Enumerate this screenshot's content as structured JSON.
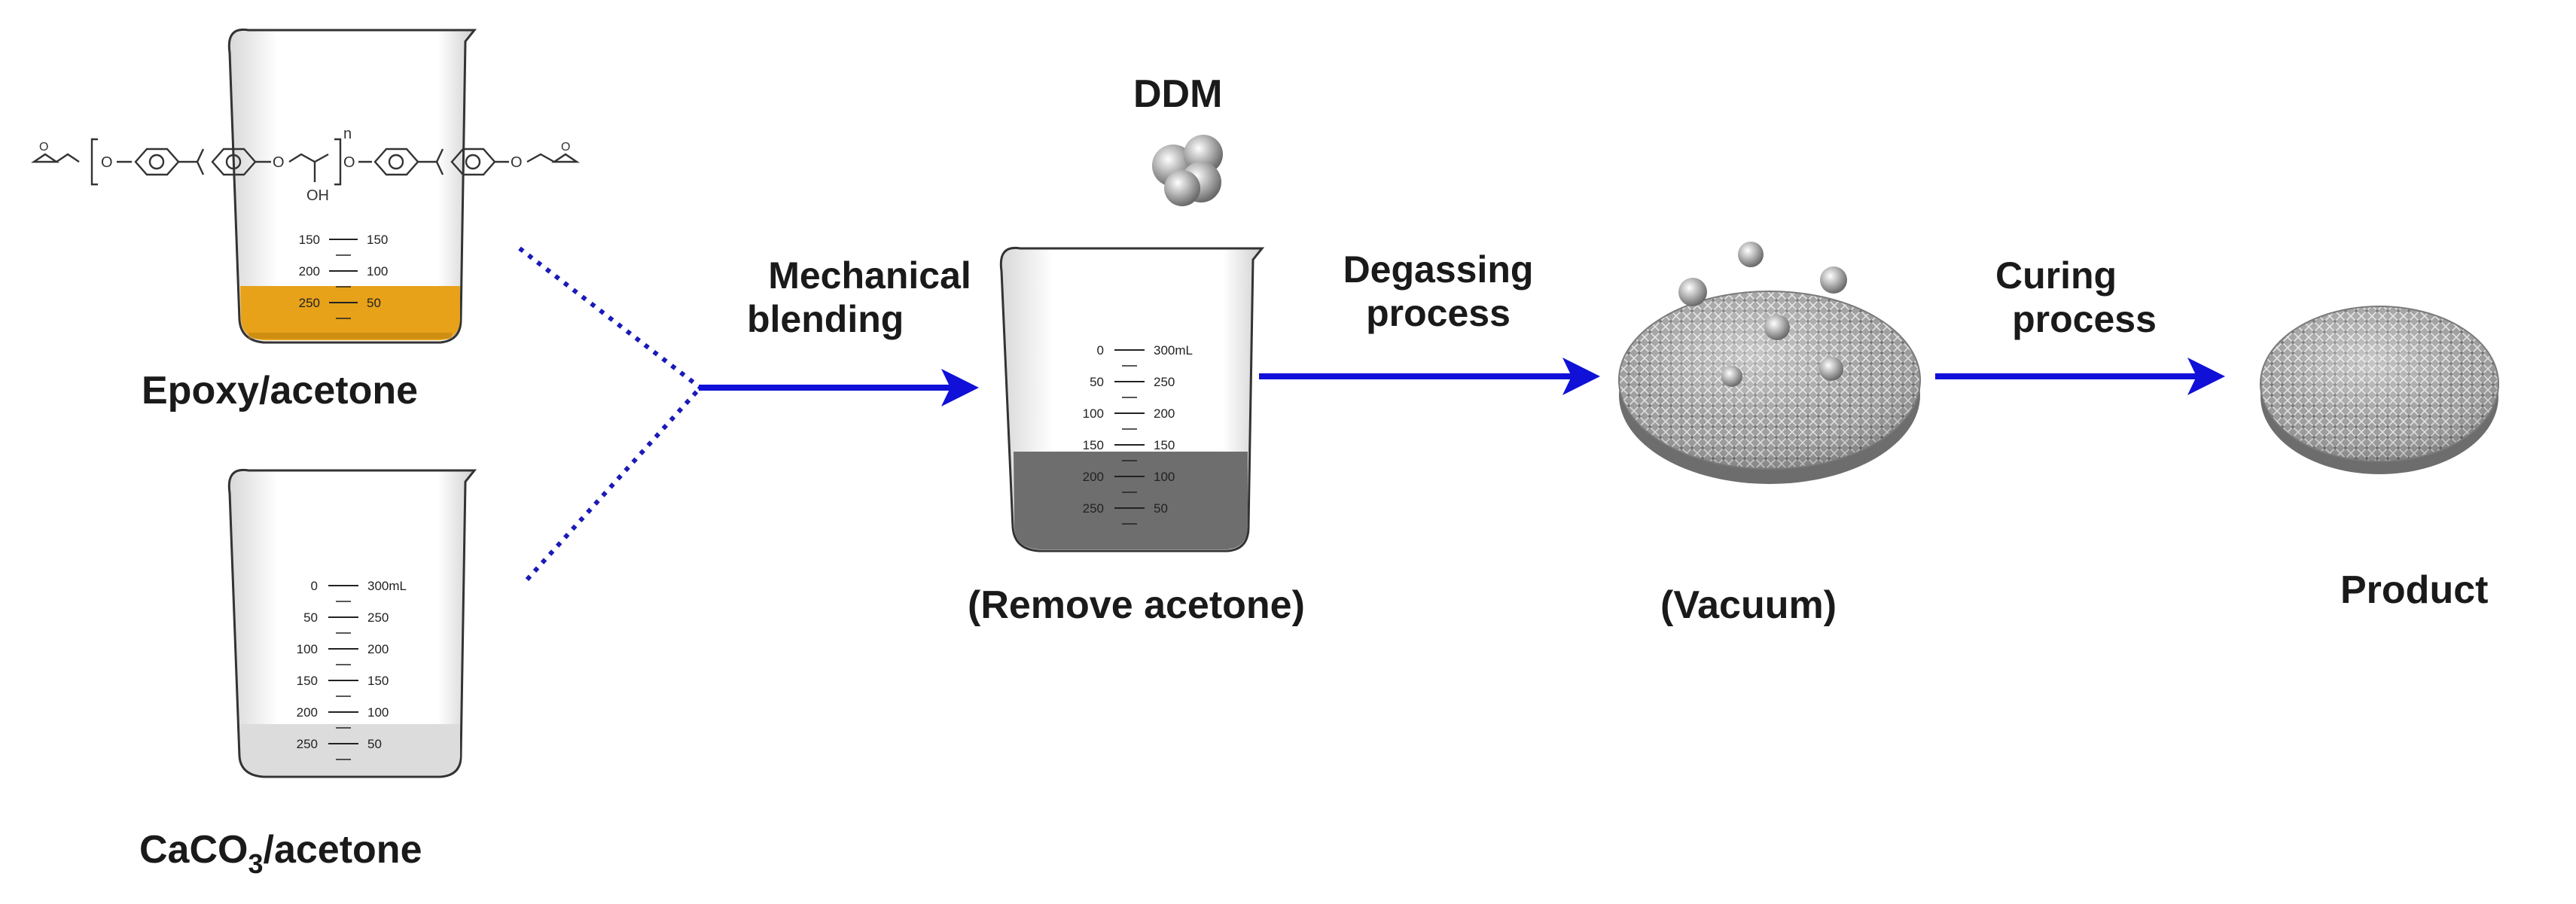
{
  "reagents": {
    "epoxy_label": "Epoxy/acetone",
    "caco3_label_prefix": "CaCO",
    "caco3_label_sub": "3",
    "caco3_label_suffix": "/acetone",
    "ddm_label": "DDM",
    "repeat_unit": "n",
    "hydroxyl": "OH"
  },
  "steps": {
    "mechanical_line1": "Mechanical",
    "mechanical_line2": "blending",
    "degassing_line1": "Degassing",
    "degassing_line2": "process",
    "curing_line1": "Curing",
    "curing_line2": "process"
  },
  "captions": {
    "remove_acetone": "(Remove acetone)",
    "vacuum": "(Vacuum)",
    "product": "Product"
  },
  "beaker_scale": {
    "left": [
      "0",
      "50",
      "100",
      "150",
      "200",
      "250"
    ],
    "right": [
      "300mL",
      "250",
      "200",
      "150",
      "100",
      "50"
    ]
  },
  "colors": {
    "arrow": "#1010d8",
    "dotted_line": "#1a1ab8",
    "epoxy_liquid": "#e7a21a",
    "caco3_liquid": "#dcdcdc",
    "mix_liquid": "#6e6e6e",
    "disk": "#8e8e8e"
  }
}
